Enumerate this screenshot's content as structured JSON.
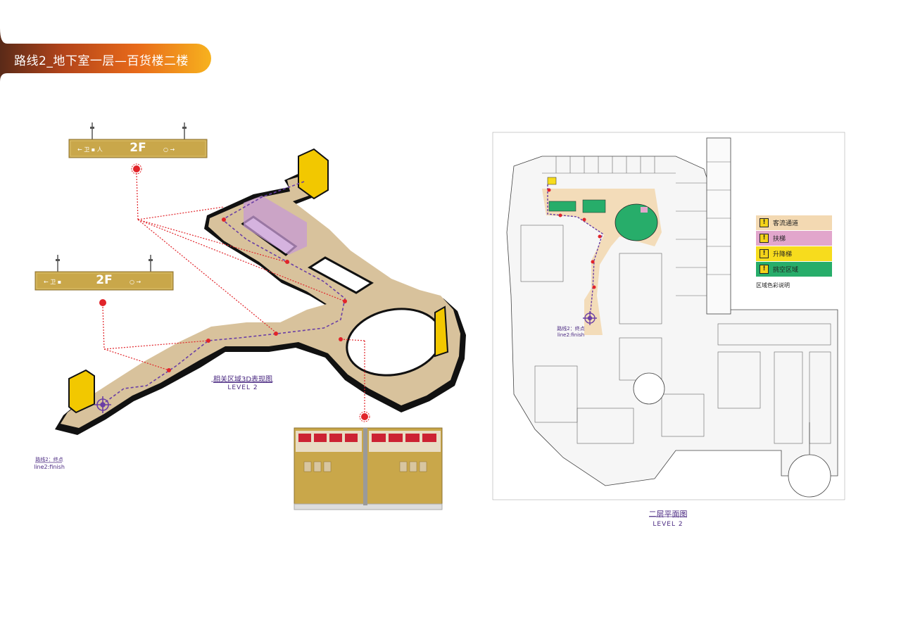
{
  "header": {
    "title": "路线2_地下室一层—百货楼二楼"
  },
  "left_diagram": {
    "caption": "相关区域3D表现图",
    "level": "LEVEL 2",
    "route_label_cn": "路线2：终点",
    "route_label_en": "line2:finish"
  },
  "signs": {
    "sign_top_floor": "2F",
    "sign_mid_floor": "2F"
  },
  "floorplan": {
    "caption": "二层平面图",
    "level": "LEVEL 2",
    "route_label_cn": "路线2：终点",
    "route_label_en": "line2:finish"
  },
  "legend": {
    "title": "区域色彩说明",
    "items": [
      {
        "label": "客流通道",
        "color": "#f3d9b2",
        "mark": "!"
      },
      {
        "label": "扶梯",
        "color": "#e2a6cc",
        "mark": "!"
      },
      {
        "label": "升降梯",
        "color": "#f7dc1d",
        "mark": "!"
      },
      {
        "label": "挑空区域",
        "color": "#27ad6a",
        "mark": "!"
      }
    ]
  },
  "colors": {
    "path": "#d8c29c",
    "path_dark": "#a88b5d",
    "route": "#6a3fa5",
    "marker": "#e1242a",
    "leader": "#e1242a"
  }
}
